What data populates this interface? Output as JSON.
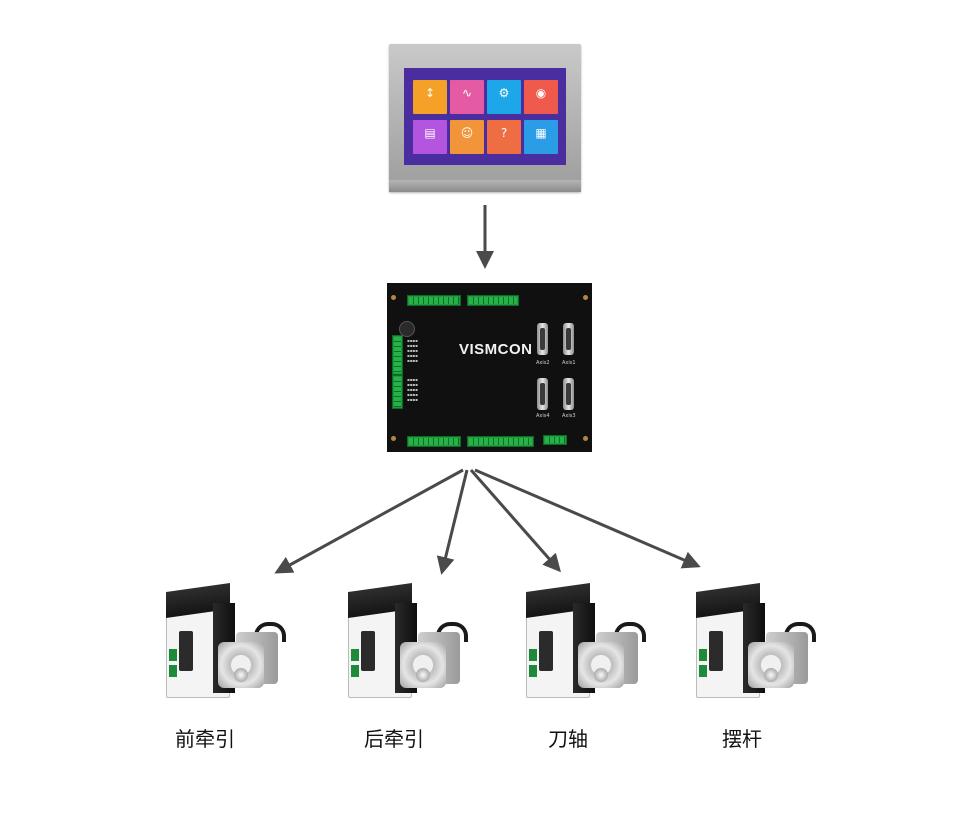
{
  "hmi": {
    "tiles": [
      {
        "icon": "io-icon",
        "symbol": "↕",
        "color": "#f5a128"
      },
      {
        "icon": "waveform-icon",
        "symbol": "∿",
        "color": "#e45aa3"
      },
      {
        "icon": "gear-icon",
        "symbol": "⚙",
        "color": "#1ea7e8"
      },
      {
        "icon": "signal-icon",
        "symbol": "◉",
        "color": "#ef5a4d"
      },
      {
        "icon": "document-icon",
        "symbol": "▤",
        "color": "#b455e0"
      },
      {
        "icon": "user-icon",
        "symbol": "☺",
        "color": "#f2953a"
      },
      {
        "icon": "help-icon",
        "symbol": "?",
        "color": "#ef6d43"
      },
      {
        "icon": "settings-icon",
        "symbol": "▦",
        "color": "#2a9de6"
      }
    ]
  },
  "controller": {
    "brand": "VISMCON",
    "axis_labels": [
      "Axis2",
      "Axis1",
      "Axis4",
      "Axis3"
    ]
  },
  "servos": [
    {
      "label": "前牵引"
    },
    {
      "label": "后牵引"
    },
    {
      "label": "刀轴"
    },
    {
      "label": "摆杆"
    }
  ],
  "colors": {
    "arrow": "#4a4a4a",
    "board": "#101010",
    "terminal": "#1f9a3d"
  }
}
